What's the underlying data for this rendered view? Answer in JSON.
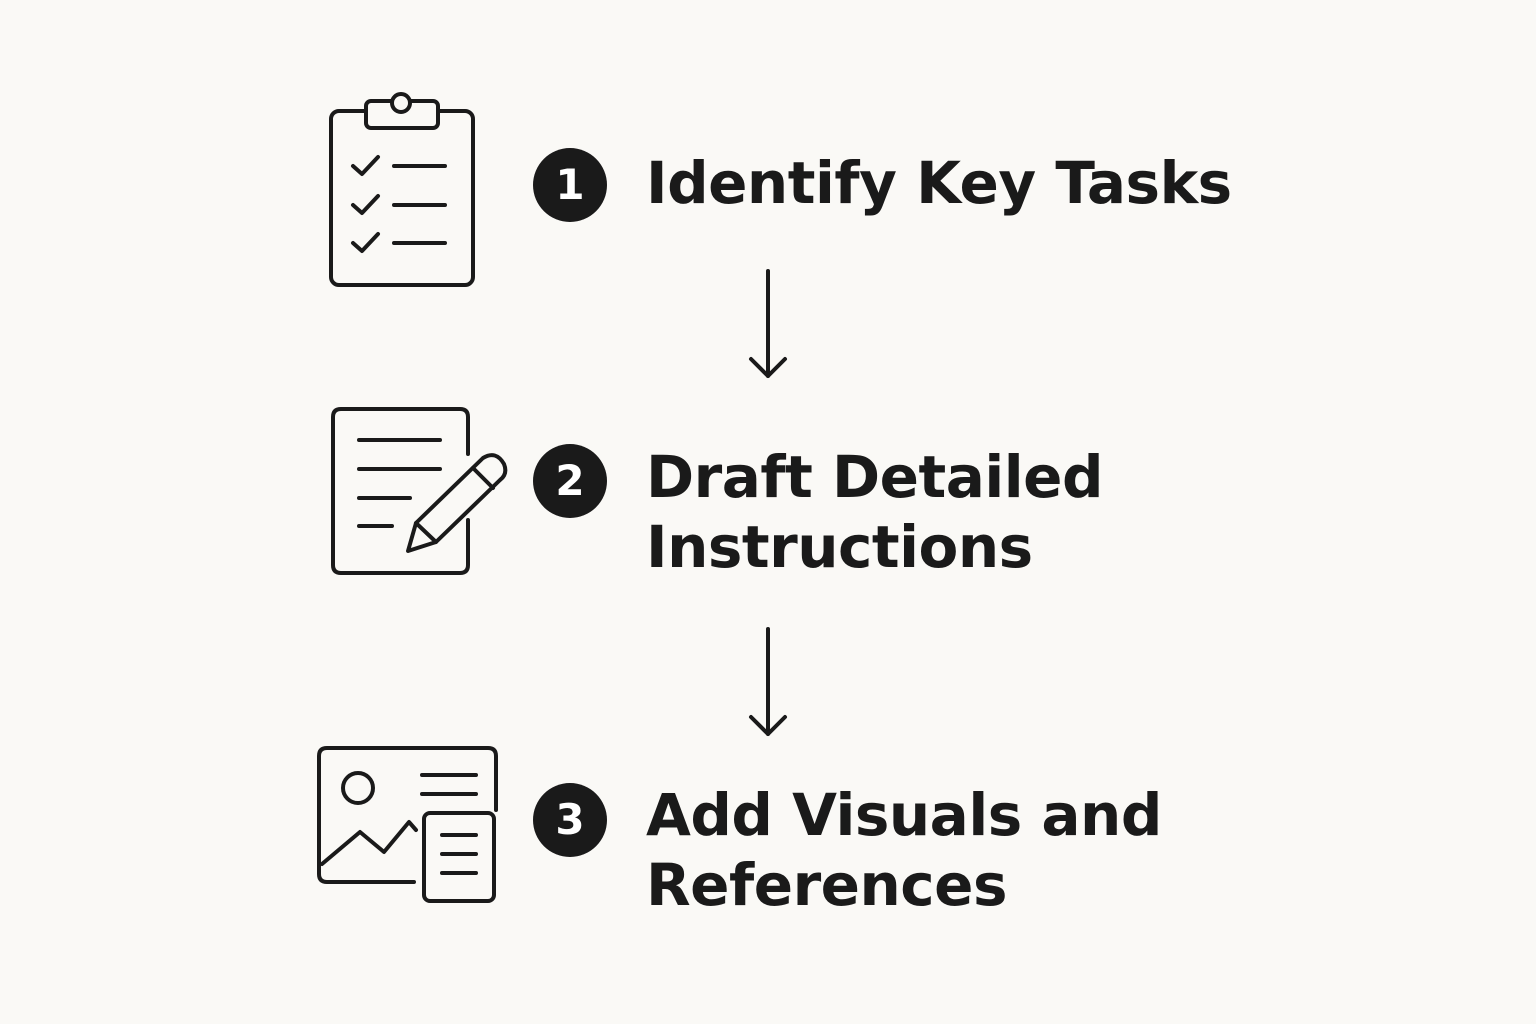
{
  "steps": [
    {
      "number": "1",
      "lines": [
        "Identify Key Tasks"
      ],
      "icon": "clipboard-checklist-icon"
    },
    {
      "number": "2",
      "lines": [
        "Draft Detailed",
        "Instructions"
      ],
      "icon": "document-edit-icon"
    },
    {
      "number": "3",
      "lines": [
        "Add Visuals and",
        "References"
      ],
      "icon": "image-document-icon"
    }
  ],
  "colors": {
    "background": "#faf9f6",
    "ink": "#1a1a1a",
    "badge_text": "#ffffff"
  }
}
